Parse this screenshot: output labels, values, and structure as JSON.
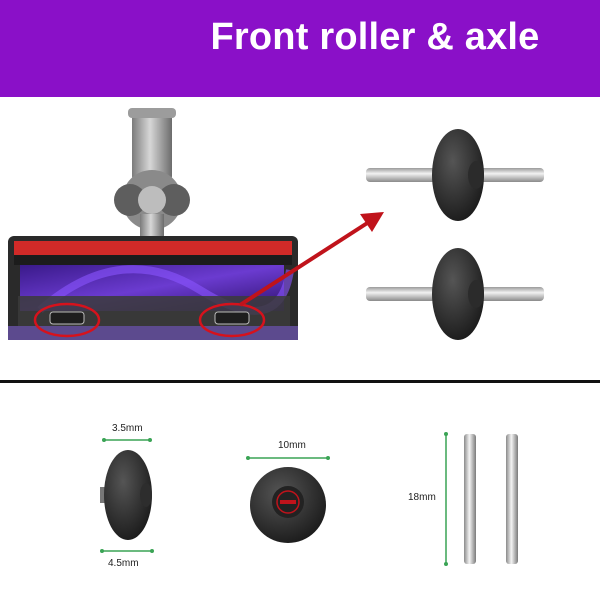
{
  "banner": {
    "title": "Front roller & axle",
    "color": "#8a10c8"
  },
  "annotations": {
    "highlight_color": "#d6121c",
    "arrow_color": "#c0131b"
  },
  "dimensions": {
    "wheel_width_top": "3.5mm",
    "wheel_width_bottom": "4.5mm",
    "wheel_diameter": "10mm",
    "axle_length": "18mm"
  }
}
